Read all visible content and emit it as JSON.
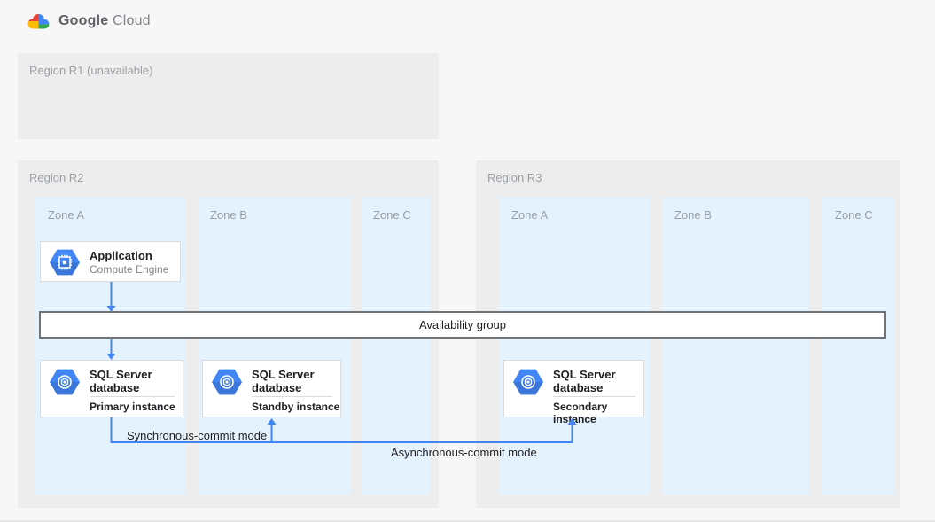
{
  "header": {
    "logo_google": "Google",
    "logo_cloud": "Cloud"
  },
  "colors": {
    "accent_blue": "#4285f4",
    "zone_fill": "#e3f2fd",
    "region_fill": "#ededed",
    "logo_red": "#ea4335",
    "logo_yellow": "#fbbc05",
    "logo_green": "#34a853",
    "bar_border": "#6f7276"
  },
  "regions": [
    {
      "label": "Region R1 (unavailable)",
      "zones": []
    },
    {
      "label": "Region R2",
      "zones": [
        {
          "label": "Zone A"
        },
        {
          "label": "Zone B"
        },
        {
          "label": "Zone C"
        }
      ]
    },
    {
      "label": "Region R3",
      "zones": [
        {
          "label": "Zone A"
        },
        {
          "label": "Zone B"
        },
        {
          "label": "Zone C"
        }
      ]
    }
  ],
  "nodes": {
    "application": {
      "title": "Application",
      "subtitle": "Compute Engine"
    },
    "availability_group": {
      "label": "Availability group"
    },
    "sql": [
      {
        "title": "SQL Server database",
        "instance": "Primary instance"
      },
      {
        "title": "SQL Server database",
        "instance": "Standby instance"
      },
      {
        "title": "SQL Server database",
        "instance": "Secondary instance"
      }
    ]
  },
  "edges": {
    "sync_label": "Synchronous-commit mode",
    "async_label": "Asynchronous-commit mode"
  }
}
